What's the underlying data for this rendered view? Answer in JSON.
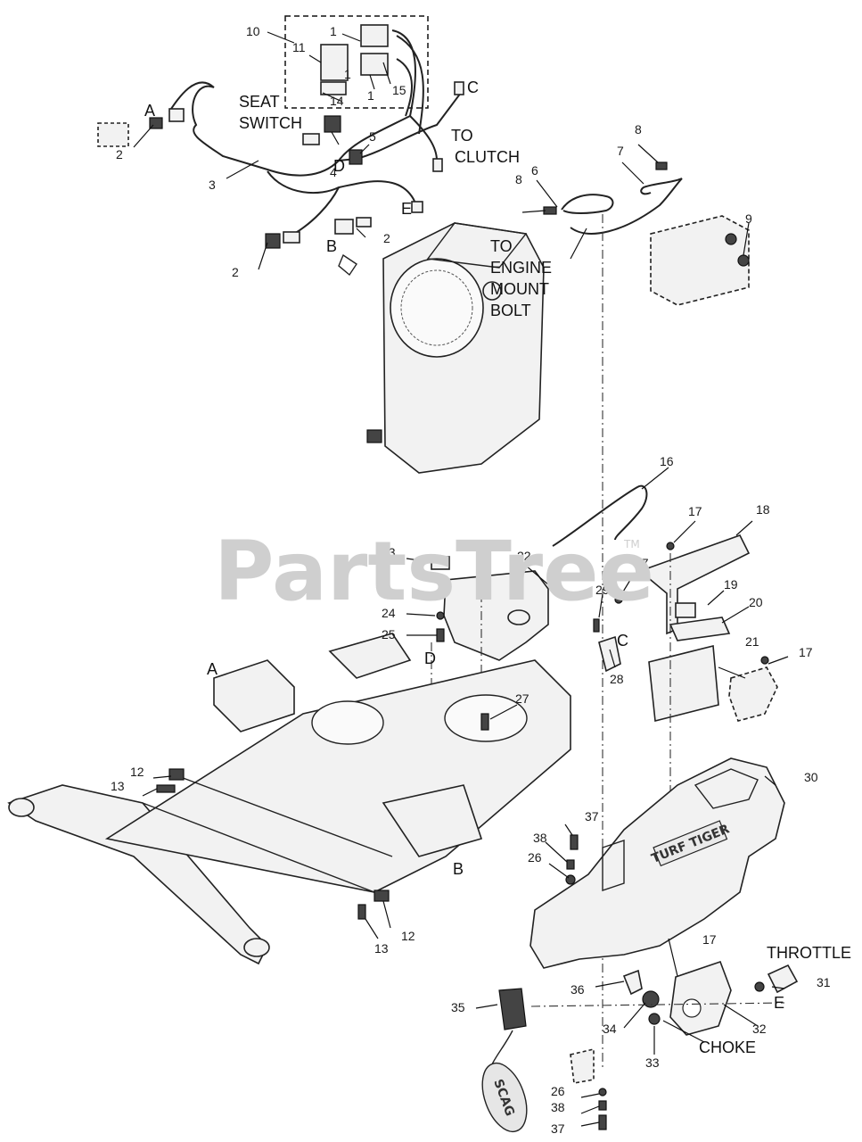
{
  "watermark": {
    "text": "PartsTree",
    "trademark": "TM"
  },
  "brand_plate": "TURF TIGER",
  "fuel_cap_brand": "SCAG",
  "callouts": {
    "c1a": "1",
    "c1b": "1",
    "c1c": "1",
    "c2a": "2",
    "c2b": "2",
    "c2c": "2",
    "c3": "3",
    "c4": "4",
    "c5": "5",
    "c6": "6",
    "c7": "7",
    "c8a": "8",
    "c8b": "8",
    "c9": "9",
    "c10": "10",
    "c11": "11",
    "c12a": "12",
    "c12b": "12",
    "c13a": "13",
    "c13b": "13",
    "c14": "14",
    "c15": "15",
    "c16": "16",
    "c17a": "17",
    "c17b": "17",
    "c17c": "17",
    "c17d": "17",
    "c18": "18",
    "c19": "19",
    "c20": "20",
    "c21": "21",
    "c22": "22",
    "c23": "23",
    "c24": "24",
    "c25": "25",
    "c26a": "26",
    "c26b": "26",
    "c27": "27",
    "c28": "28",
    "c29": "29",
    "c30": "30",
    "c31": "31",
    "c32": "32",
    "c33": "33",
    "c34": "34",
    "c35": "35",
    "c36": "36",
    "c37a": "37",
    "c37b": "37",
    "c38a": "38",
    "c38b": "38"
  },
  "connectors": {
    "A_top": "A",
    "A_frame": "A",
    "B_top": "B",
    "B_frame": "B",
    "C_top": "C",
    "C_mid": "C",
    "D_top": "D",
    "D_mid": "D",
    "E_top": "E",
    "E_bottom": "E"
  },
  "captions": {
    "seat_switch_1": "SEAT",
    "seat_switch_2": "SWITCH",
    "to_clutch_1": "TO",
    "to_clutch_2": "CLUTCH",
    "engine_mount_1": "TO",
    "engine_mount_2": "ENGINE",
    "engine_mount_3": "MOUNT",
    "engine_mount_4": "BOLT",
    "throttle": "THROTTLE",
    "choke": "CHOKE"
  }
}
